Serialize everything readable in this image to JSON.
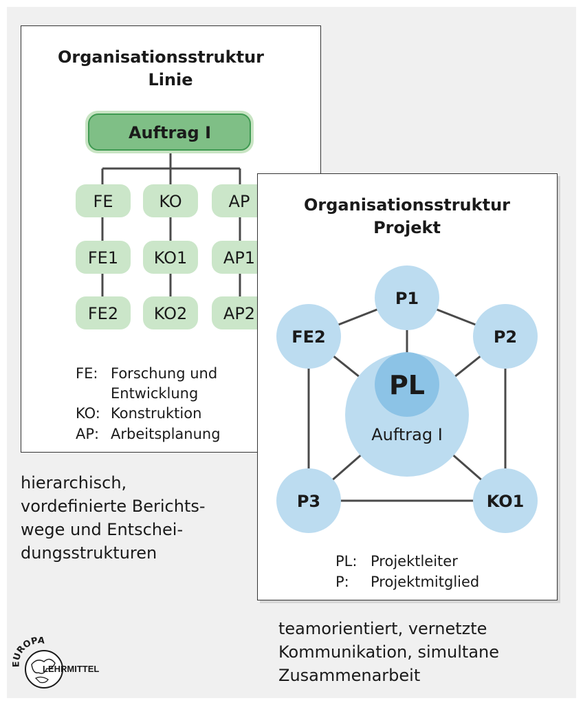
{
  "linie": {
    "title_line1": "Organisationsstruktur",
    "title_line2": "Linie",
    "root": "Auftrag I",
    "columns": [
      [
        "FE",
        "FE1",
        "FE2"
      ],
      [
        "KO",
        "KO1",
        "KO2"
      ],
      [
        "AP",
        "AP1",
        "AP2"
      ]
    ],
    "legend": [
      {
        "abbr": "FE:",
        "lines": [
          "Forschung und",
          "Entwicklung"
        ]
      },
      {
        "abbr": "KO:",
        "lines": [
          "Konstruktion"
        ]
      },
      {
        "abbr": "AP:",
        "lines": [
          "Arbeitsplanung"
        ]
      }
    ],
    "description": "hierarchisch,\nvordefinierte Berichts-\nwege und Entschei-\ndungsstrukturen"
  },
  "projekt": {
    "title_line1": "Organisationsstruktur",
    "title_line2": "Projekt",
    "center_label": "PL",
    "center_sublabel": "Auftrag I",
    "members": [
      "P1",
      "P2",
      "KO1",
      "P3",
      "FE2"
    ],
    "legend": [
      {
        "abbr": "PL:",
        "text": "Projektleiter"
      },
      {
        "abbr": "P:",
        "text": "Projektmitglied"
      }
    ],
    "description": "teamorientiert, vernetzte\nKommunikation, simultane\nZusammenarbeit"
  },
  "logo": {
    "top": "EUROPA",
    "bottom": "LEHRMITTEL"
  },
  "colors": {
    "linie_root_fill": "#7fbf86",
    "linie_root_outer": "#c8e4c3",
    "linie_box_fill": "#cbe6c9",
    "projekt_node_fill": "#bcdcf0",
    "projekt_center_fill": "#8cc3e6",
    "line": "#4a4a4a"
  }
}
